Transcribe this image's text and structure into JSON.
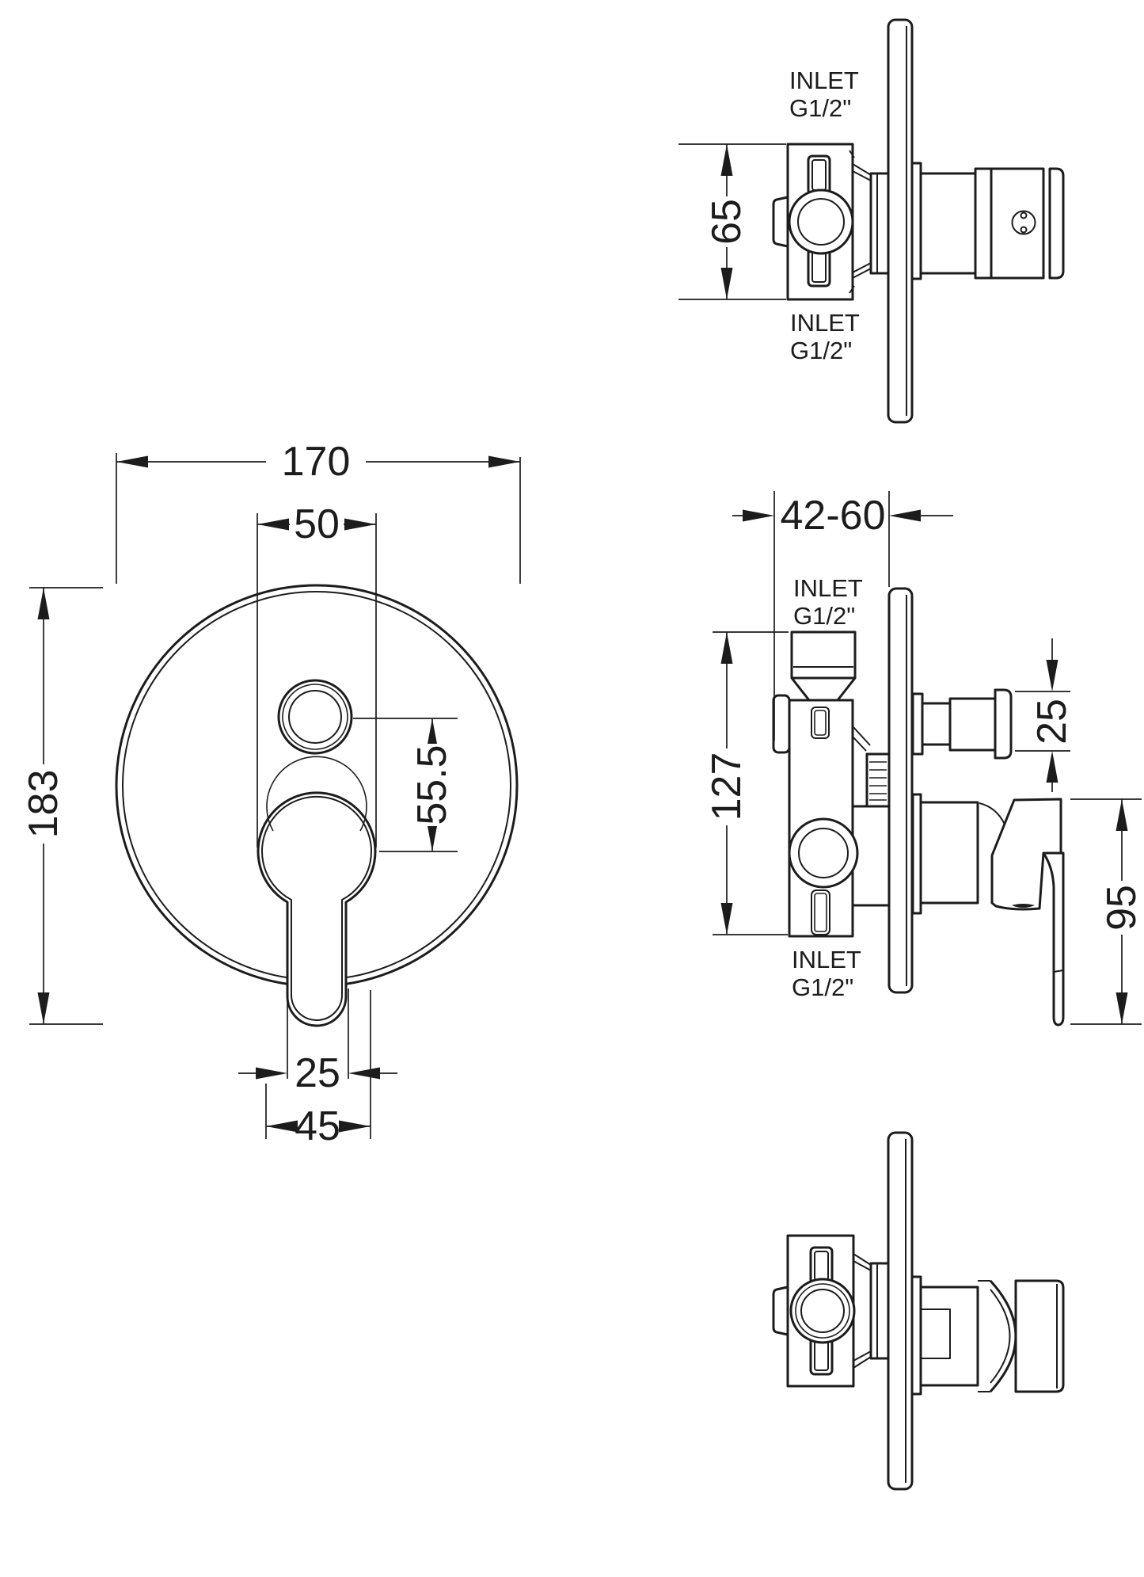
{
  "colors": {
    "ink": "#1c1c1c",
    "paper": "#ffffff"
  },
  "views": {
    "top_view": {
      "inlet_top": {
        "line1": "INLET",
        "line2": "G1/2\""
      },
      "inlet_bottom": {
        "line1": "INLET",
        "line2": "G1/2\""
      },
      "dims": {
        "body_height": "65"
      }
    },
    "front_view": {
      "dims": {
        "plate_width": "170",
        "knob_diameter": "50",
        "overall_height": "183",
        "center_offset": "55.5",
        "lever_width": "25",
        "handle_width": "45"
      }
    },
    "side_view": {
      "inlet_top": {
        "line1": "INLET",
        "line2": "G1/2\""
      },
      "inlet_bottom": {
        "line1": "INLET",
        "line2": "G1/2\""
      },
      "dims": {
        "wall_depth_range": "42-60",
        "body_height": "127",
        "diverter_knob": "25",
        "handle_height": "95"
      }
    }
  }
}
